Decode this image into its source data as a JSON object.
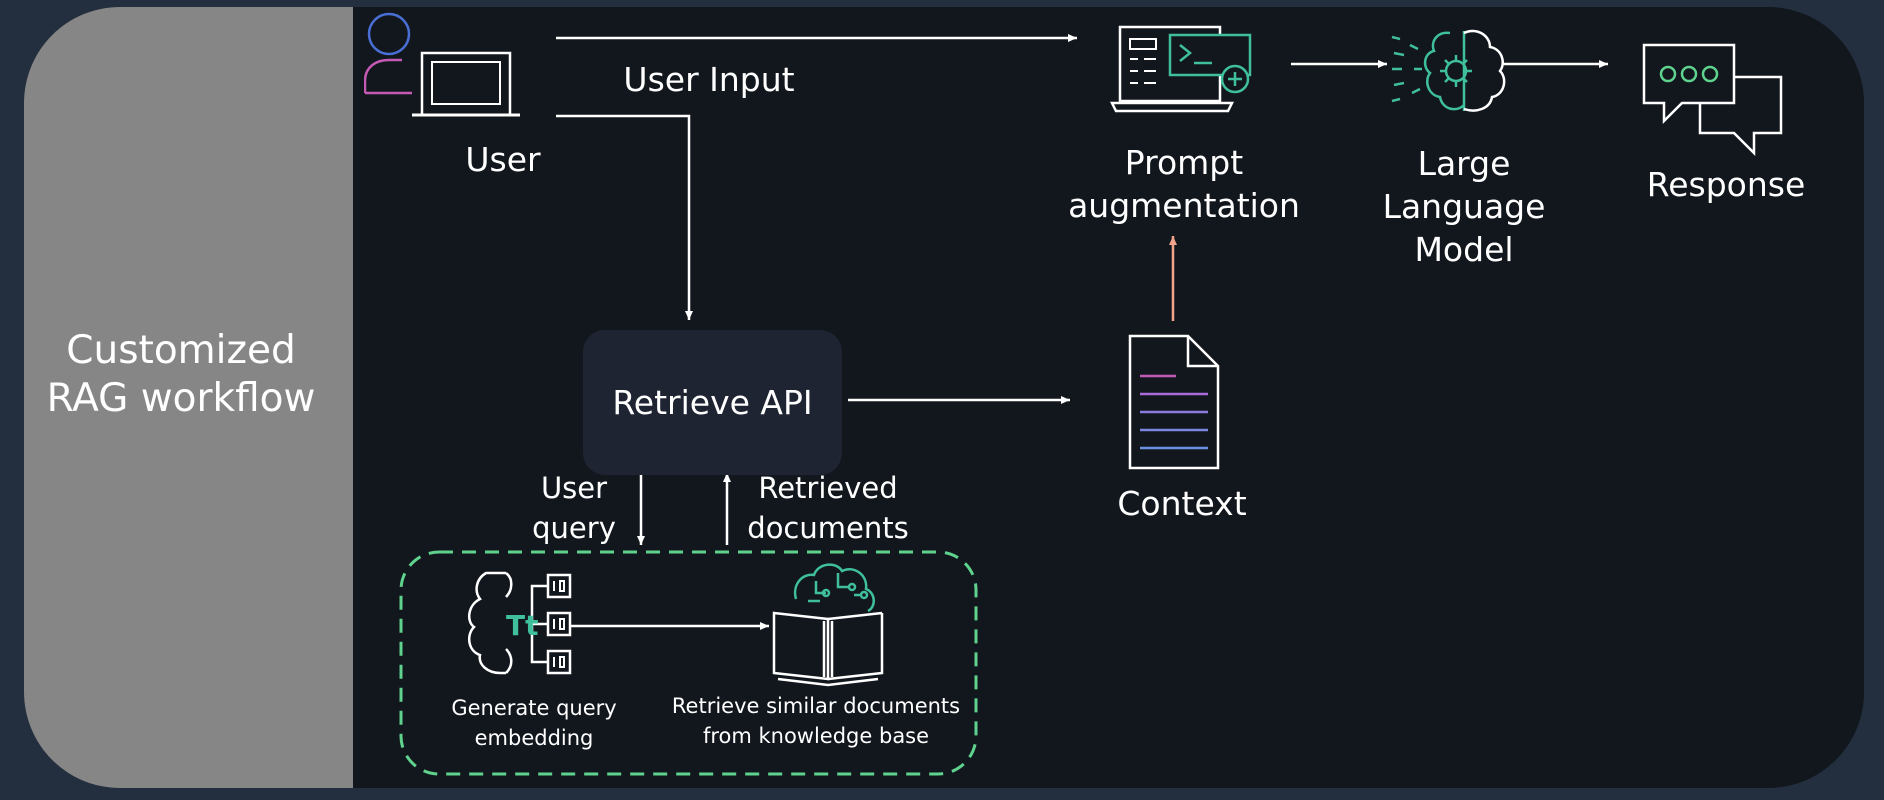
{
  "colors": {
    "background": "#232f3e",
    "panel": "#12171e",
    "sidebar": "#868686",
    "retrieve_box": "#1e2431",
    "teal_accent": "#3fbf9c",
    "dashed_border": "#5fd38d",
    "context_arrow": "#f2a58b",
    "user_head": "#4a6fd4",
    "user_body": "#c45ab3"
  },
  "sidebar": {
    "title": "Customized RAG workflow"
  },
  "nodes": {
    "user": "User",
    "user_input": "User Input",
    "prompt_augmentation": "Prompt augmentation",
    "llm": "Large Language Model",
    "response": "Response",
    "retrieve_api": "Retrieve API",
    "context": "Context",
    "user_query": "User query",
    "retrieved_documents": "Retrieved documents",
    "generate_embedding": "Generate query embedding",
    "retrieve_similar": "Retrieve similar documents from knowledge base"
  },
  "icons": {
    "user": "user-laptop-icon",
    "prompt": "prompt-terminal-icon",
    "llm": "brain-gear-icon",
    "response": "chat-bubbles-icon",
    "context": "document-icon",
    "embedding": "embedding-model-icon",
    "knowledge_base": "knowledge-base-book-icon"
  }
}
